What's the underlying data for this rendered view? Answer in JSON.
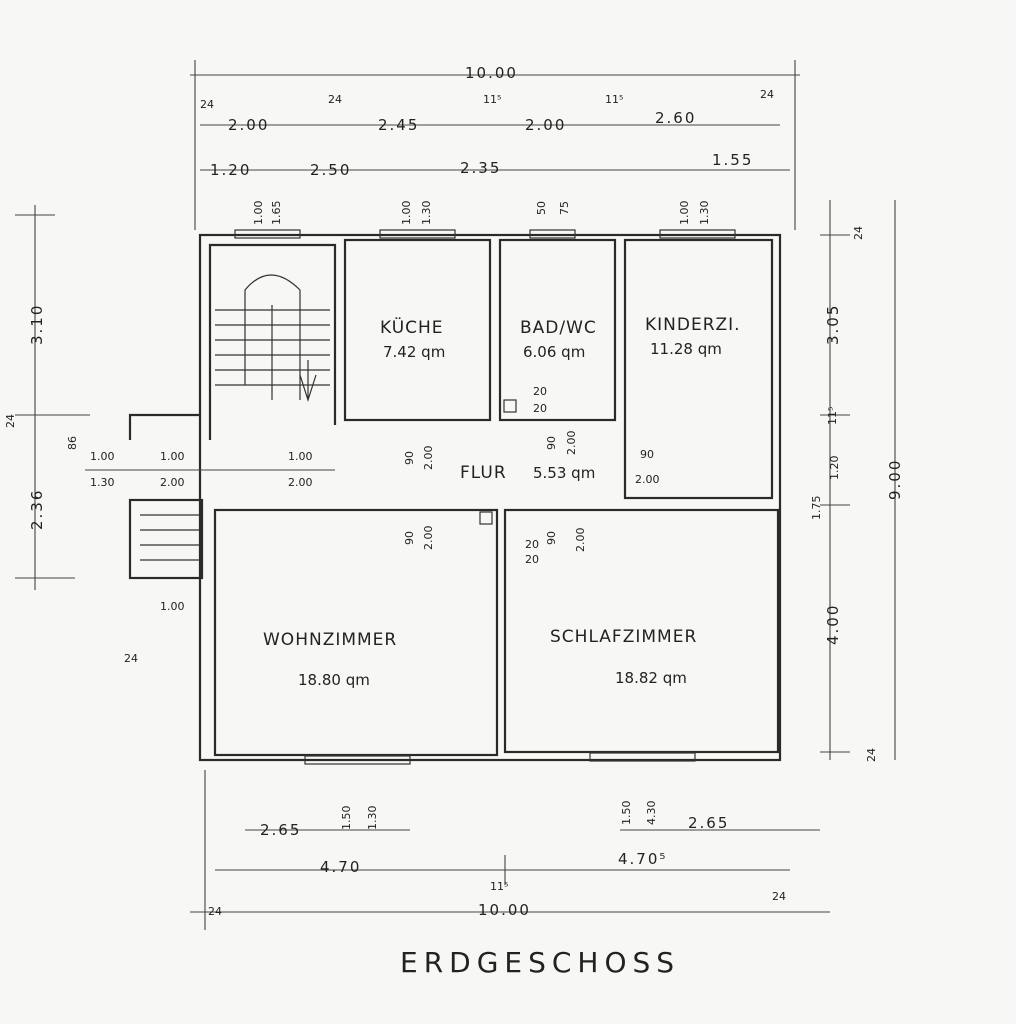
{
  "title": "ERDGESCHOSS",
  "rooms": {
    "kueche": {
      "name": "KÜCHE",
      "area": "7.42 qm"
    },
    "bad": {
      "name": "BAD/WC",
      "area": "6.06 qm"
    },
    "kinder": {
      "name": "KINDERZI.",
      "area": "11.28 qm"
    },
    "flur": {
      "name": "FLUR",
      "area": "5.53 qm"
    },
    "wohn": {
      "name": "WOHNZIMMER",
      "area": "18.80 qm"
    },
    "schlaf": {
      "name": "SCHLAFZIMMER",
      "area": "18.82 qm"
    }
  },
  "dims": {
    "top": [
      "10.00",
      "24",
      "2.00",
      "24",
      "2.45",
      "11⁵",
      "2.00",
      "11⁵",
      "2.60",
      "24",
      "1.20",
      "2.50",
      "2.35",
      "1.55"
    ],
    "windows_top": [
      "1.00",
      "1.65",
      "1.00",
      "1.30",
      "50",
      "75",
      "1.00",
      "1.30"
    ],
    "right": [
      "24",
      "3.05",
      "11⁵",
      "1.20",
      "1.75",
      "9.00",
      "4.00",
      "24"
    ],
    "left": [
      "3.10",
      "24",
      "86",
      "2.36",
      "1.00",
      "1.30",
      "1.00",
      "2.00",
      "1.00",
      "2.00",
      "1.00",
      "24"
    ],
    "doors": [
      "90",
      "2.00",
      "90",
      "2.00",
      "20",
      "20",
      "90",
      "2.00",
      "90",
      "2.00",
      "20",
      "20",
      "90",
      "2.00"
    ],
    "bottom": [
      "2.65",
      "1.50",
      "1.30",
      "1.50",
      "4.30",
      "2.65",
      "4.70",
      "11⁵",
      "4.70⁵",
      "24",
      "10.00",
      "24"
    ]
  }
}
